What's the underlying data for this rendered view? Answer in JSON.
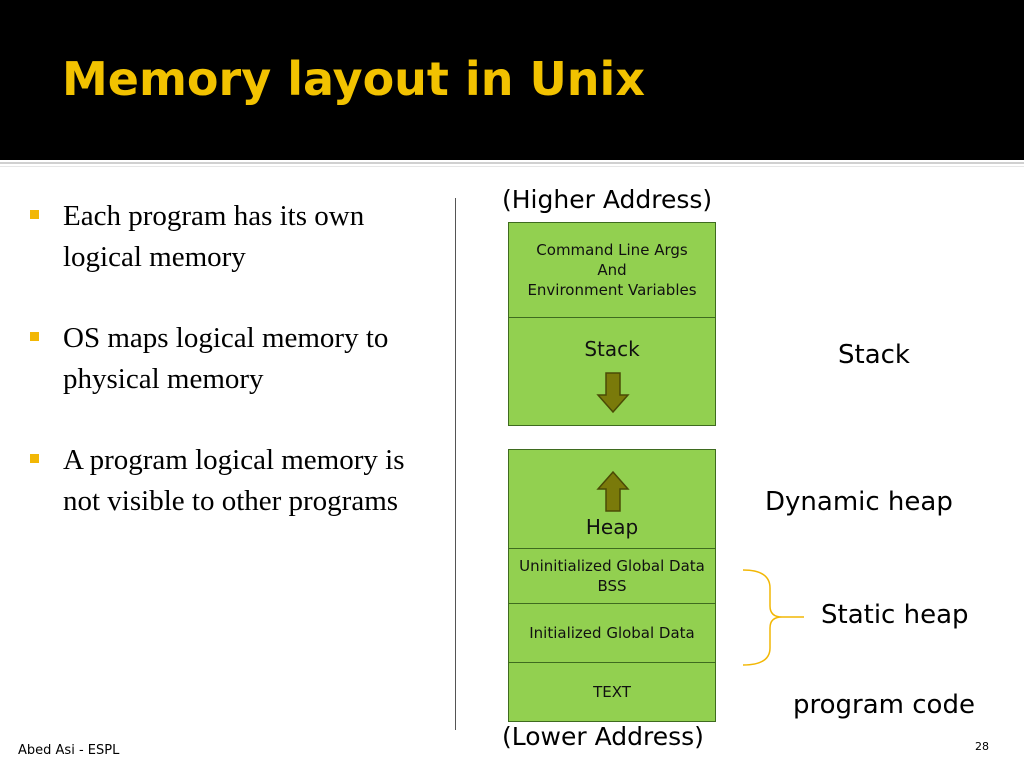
{
  "slide": {
    "title": "Memory layout in Unix",
    "footer": "Abed Asi - ESPL",
    "page_number": "28"
  },
  "bullets": [
    "Each program has its own logical memory",
    "OS maps logical memory to physical memory",
    "A program logical memory is not visible to other programs"
  ],
  "diagram": {
    "higher_address": "(Higher Address)",
    "lower_address": "(Lower Address)",
    "segments": {
      "args": [
        "Command Line Args",
        "And",
        "Environment Variables"
      ],
      "stack": "Stack",
      "heap": "Heap",
      "bss": [
        "Uninitialized Global Data",
        "BSS"
      ],
      "init": "Initialized Global Data",
      "text": "TEXT"
    },
    "labels": {
      "stack": "Stack",
      "dynamic_heap": "Dynamic heap",
      "static_heap": "Static heap",
      "program_code": "program code"
    }
  },
  "colors": {
    "title_bar": "#000000",
    "title_text": "#f2c200",
    "bullet": "#f2b705",
    "segment_fill": "#92d050",
    "segment_border": "#3e6b1f",
    "arrow_fill": "#7a7a0a",
    "brace": "#f2b705"
  }
}
